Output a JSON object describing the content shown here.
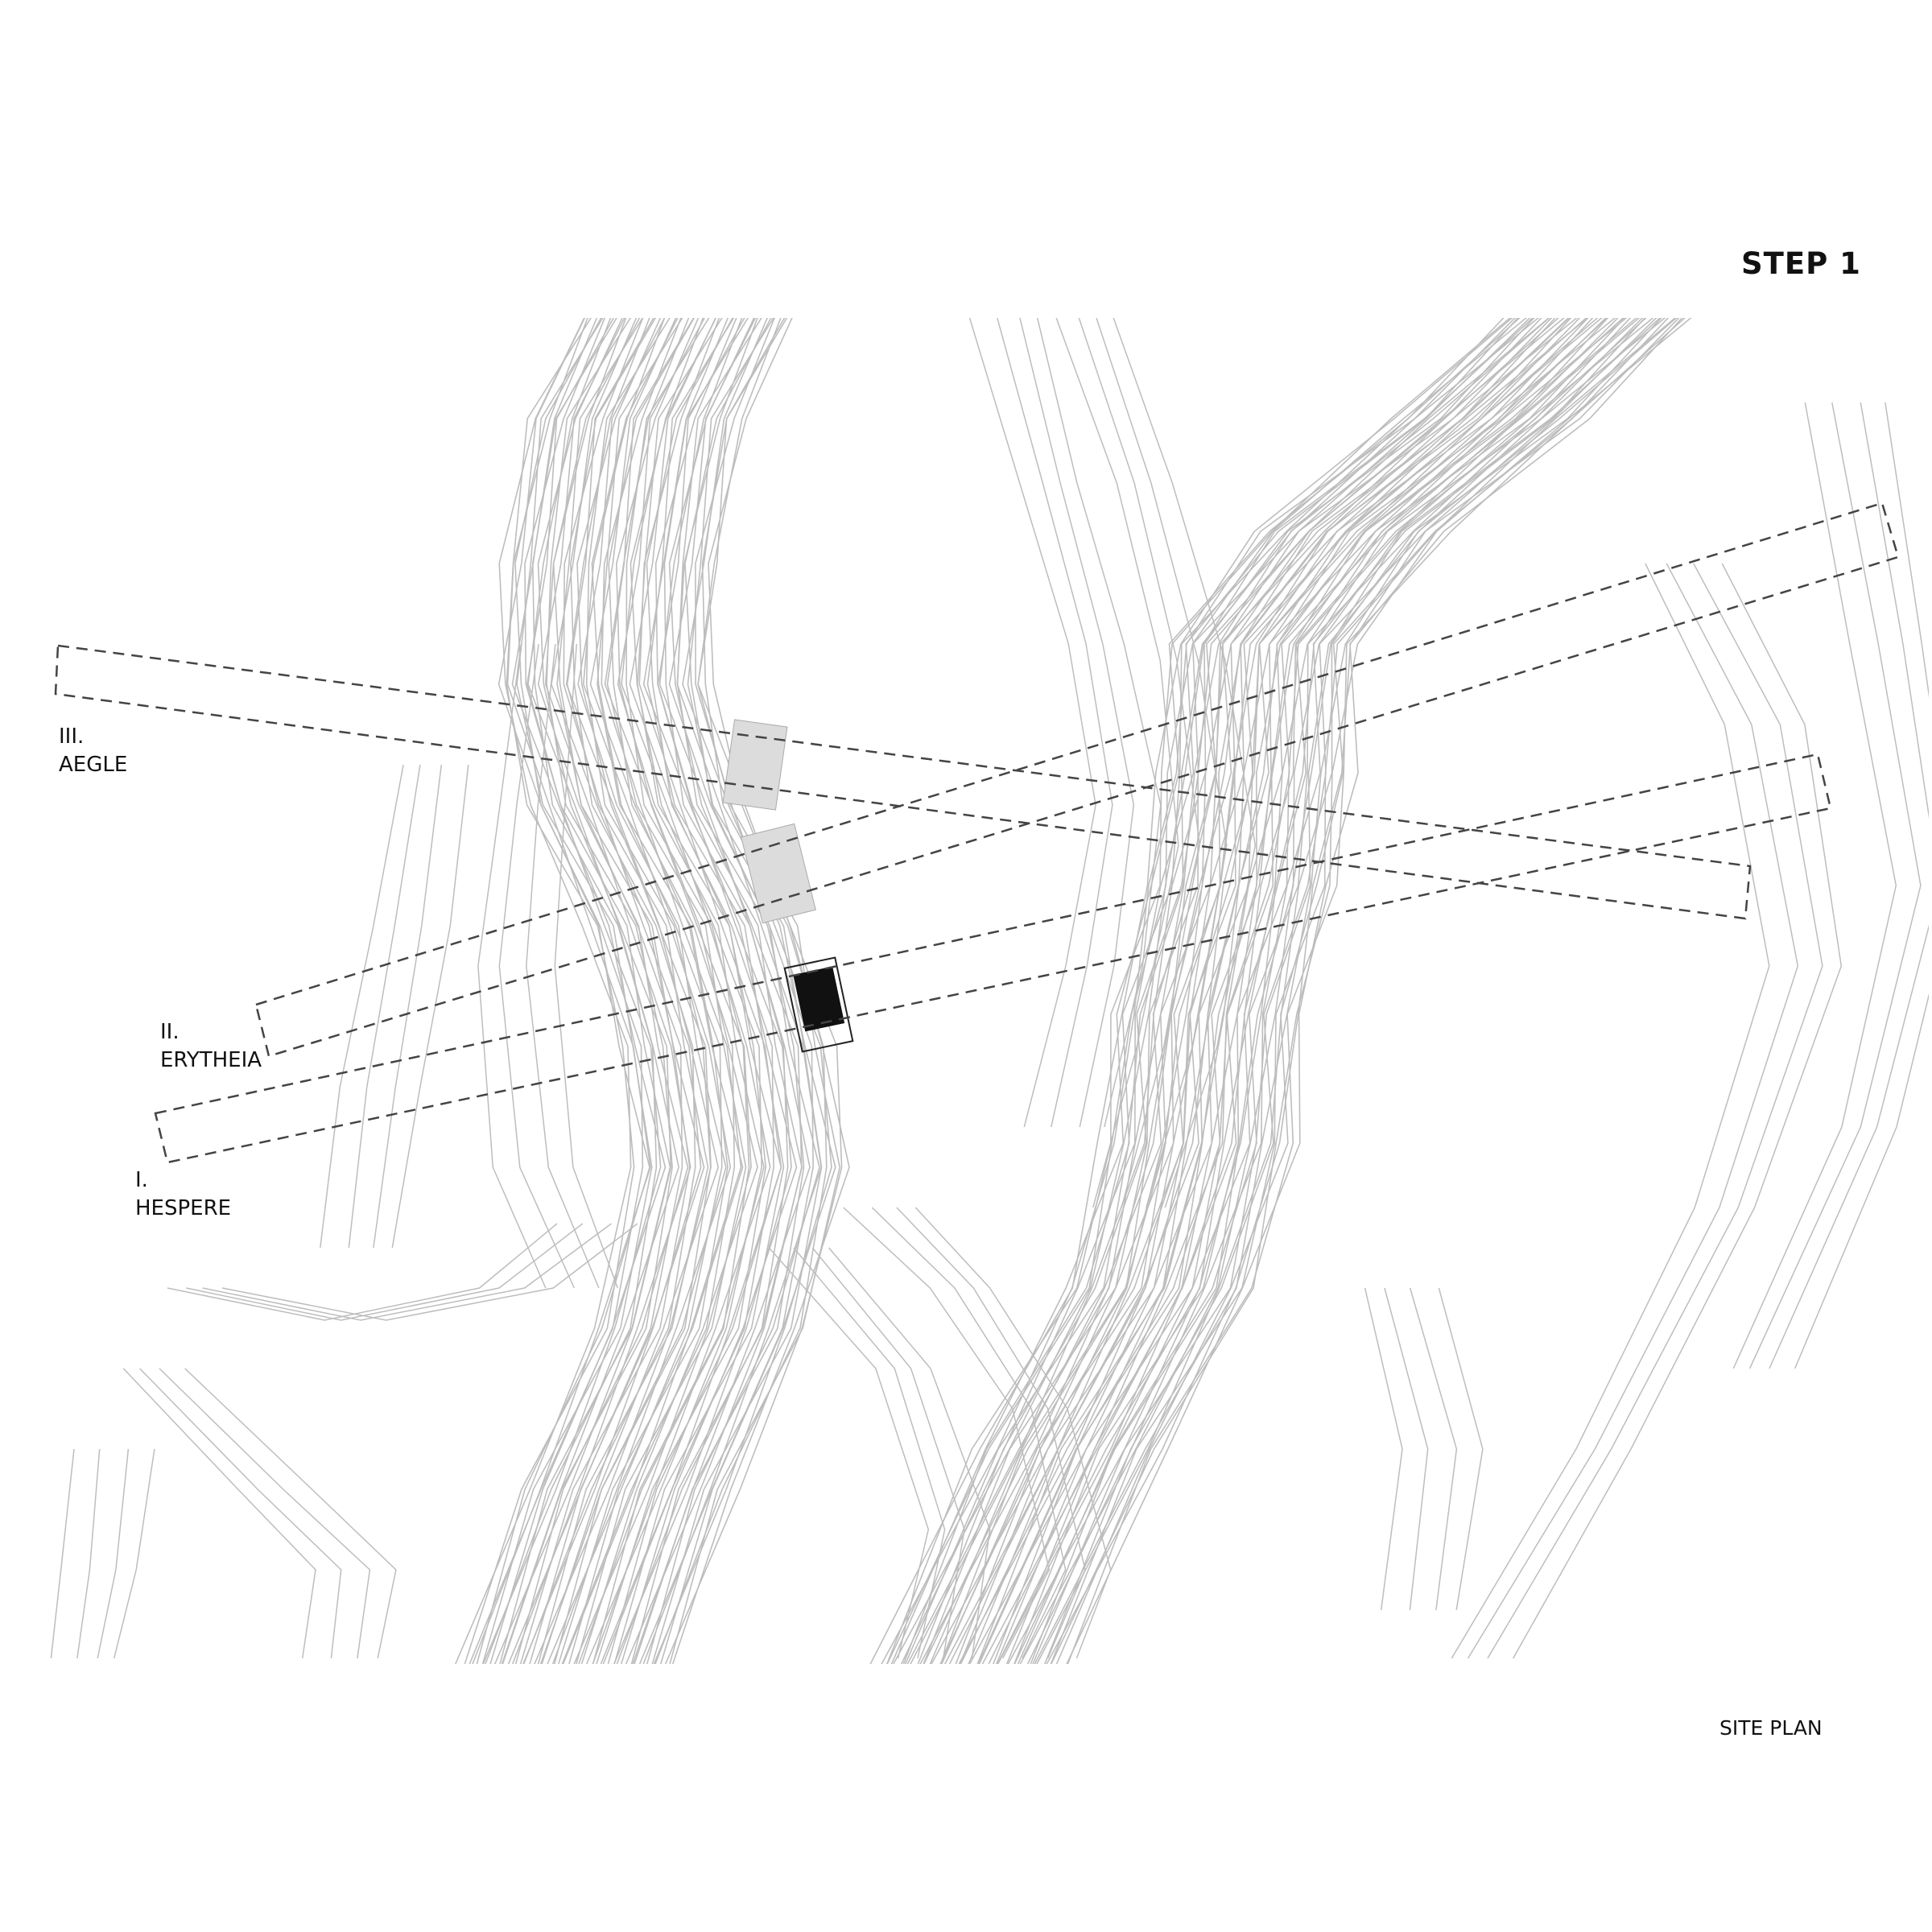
{
  "header": {
    "title": "STEP 1"
  },
  "footer": {
    "caption": "SITE PLAN"
  },
  "sections": [
    {
      "numeral": "III.",
      "name": "AEGLE"
    },
    {
      "numeral": "II.",
      "name": "ERYTHEIA"
    },
    {
      "numeral": "I.",
      "name": "HESPERE"
    }
  ],
  "colors": {
    "contour": "#bdbdbd",
    "dash": "#444444",
    "building": "#111111",
    "terrace": "#dcdcdc"
  }
}
